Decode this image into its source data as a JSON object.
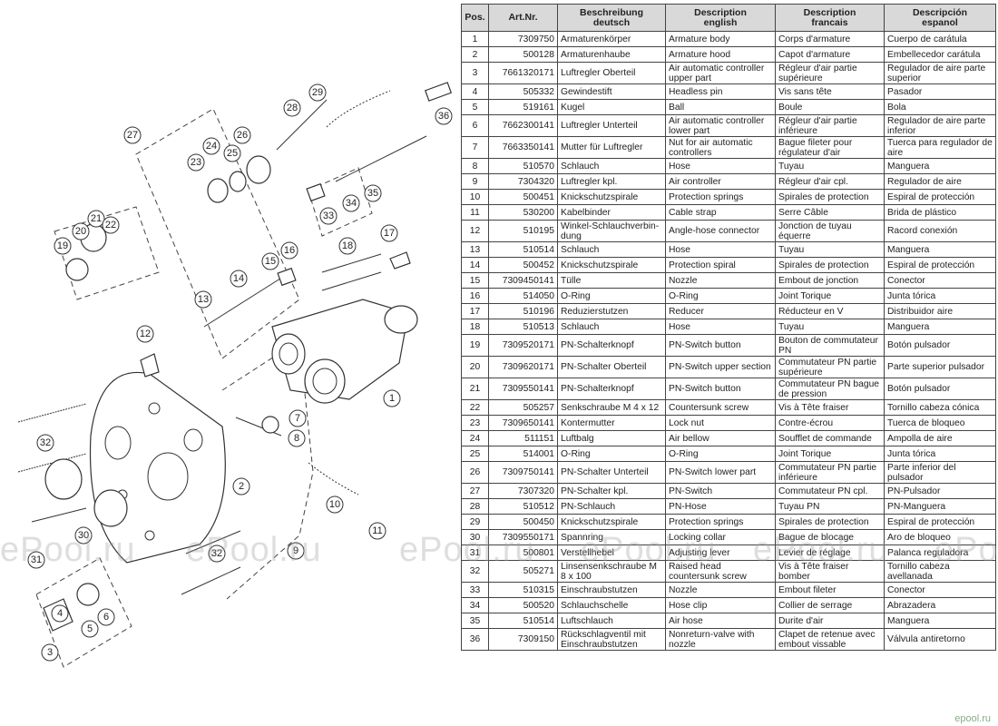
{
  "table": {
    "headers": {
      "pos": "Pos.",
      "art": "Art.Nr.",
      "de_1": "Beschreibung",
      "de_2": "deutsch",
      "en_1": "Description",
      "en_2": "english",
      "fr_1": "Description",
      "fr_2": "francais",
      "es_1": "Descripción",
      "es_2": "espanol"
    },
    "rows": [
      {
        "pos": "1",
        "art": "7309750",
        "de": "Armaturenkörper",
        "en": "Armature body",
        "fr": "Corps d'armature",
        "es": "Cuerpo de carátula"
      },
      {
        "pos": "2",
        "art": "500128",
        "de": "Armaturenhaube",
        "en": "Armature hood",
        "fr": "Capot d'armature",
        "es": "Embellecedor carátula"
      },
      {
        "pos": "3",
        "art": "7661320171",
        "de": "Luftregler Oberteil",
        "en": "Air automatic controller upper part",
        "fr": "Régleur d'air partie supérieure",
        "es": "Regulador de aire parte superior"
      },
      {
        "pos": "4",
        "art": "505332",
        "de": "Gewindestift",
        "en": "Headless pin",
        "fr": "Vis sans tête",
        "es": "Pasador"
      },
      {
        "pos": "5",
        "art": "519161",
        "de": "Kugel",
        "en": "Ball",
        "fr": "Boule",
        "es": "Bola"
      },
      {
        "pos": "6",
        "art": "7662300141",
        "de": "Luftregler Unterteil",
        "en": "Air automatic controller lower part",
        "fr": "Régleur d'air partie inférieure",
        "es": "Regulador de aire parte inferior"
      },
      {
        "pos": "7",
        "art": "7663350141",
        "de": "Mutter für Luftregler",
        "en": "Nut for air automatic controllers",
        "fr": "Bague fileter pour régulateur d'air",
        "es": "Tuerca para regulador de aire"
      },
      {
        "pos": "8",
        "art": "510570",
        "de": "Schlauch",
        "en": "Hose",
        "fr": "Tuyau",
        "es": "Manguera"
      },
      {
        "pos": "9",
        "art": "7304320",
        "de": "Luftregler kpl.",
        "en": "Air controller",
        "fr": "Régleur d'air cpl.",
        "es": "Regulador de aire"
      },
      {
        "pos": "10",
        "art": "500451",
        "de": "Knickschutzspirale",
        "en": "Protection springs",
        "fr": "Spirales de protection",
        "es": "Espiral de protección"
      },
      {
        "pos": "11",
        "art": "530200",
        "de": "Kabelbinder",
        "en": "Cable strap",
        "fr": "Serre Câble",
        "es": "Brida de plástico"
      },
      {
        "pos": "12",
        "art": "510195",
        "de": "Winkel-Schlauchverbin-dung",
        "en": "Angle-hose connector",
        "fr": "Jonction de tuyau équerre",
        "es": "Racord conexión"
      },
      {
        "pos": "13",
        "art": "510514",
        "de": "Schlauch",
        "en": "Hose",
        "fr": "Tuyau",
        "es": "Manguera"
      },
      {
        "pos": "14",
        "art": "500452",
        "de": "Knickschutzspirale",
        "en": "Protection spiral",
        "fr": "Spirales de protection",
        "es": "Espiral de protección"
      },
      {
        "pos": "15",
        "art": "7309450141",
        "de": "Tülle",
        "en": "Nozzle",
        "fr": "Embout de jonction",
        "es": "Conector"
      },
      {
        "pos": "16",
        "art": "514050",
        "de": "O-Ring",
        "en": "O-Ring",
        "fr": "Joint Torique",
        "es": "Junta tórica"
      },
      {
        "pos": "17",
        "art": "510196",
        "de": "Reduzierstutzen",
        "en": "Reducer",
        "fr": "Réducteur en V",
        "es": "Distribuidor aire"
      },
      {
        "pos": "18",
        "art": "510513",
        "de": "Schlauch",
        "en": "Hose",
        "fr": "Tuyau",
        "es": "Manguera"
      },
      {
        "pos": "19",
        "art": "7309520171",
        "de": "PN-Schalterknopf",
        "en": "PN-Switch button",
        "fr": "Bouton de commutateur PN",
        "es": "Botón pulsador"
      },
      {
        "pos": "20",
        "art": "7309620171",
        "de": "PN-Schalter Oberteil",
        "en": "PN-Switch upper section",
        "fr": "Commutateur PN partie supérieure",
        "es": "Parte superior pulsador"
      },
      {
        "pos": "21",
        "art": "7309550141",
        "de": "PN-Schalterknopf",
        "en": "PN-Switch button",
        "fr": "Commutateur PN bague de pression",
        "es": "Botón pulsador"
      },
      {
        "pos": "22",
        "art": "505257",
        "de": "Senkschraube M 4 x 12",
        "en": "Countersunk screw",
        "fr": "Vis à Tête fraiser",
        "es": "Tornillo cabeza cónica"
      },
      {
        "pos": "23",
        "art": "7309650141",
        "de": "Kontermutter",
        "en": "Lock nut",
        "fr": "Contre-écrou",
        "es": "Tuerca de bloqueo"
      },
      {
        "pos": "24",
        "art": "511151",
        "de": "Luftbalg",
        "en": "Air bellow",
        "fr": "Soufflet de commande",
        "es": "Ampolla de aire"
      },
      {
        "pos": "25",
        "art": "514001",
        "de": "O-Ring",
        "en": "O-Ring",
        "fr": "Joint Torique",
        "es": "Junta tórica"
      },
      {
        "pos": "26",
        "art": "7309750141",
        "de": "PN-Schalter Unterteil",
        "en": "PN-Switch lower part",
        "fr": "Commutateur PN partie inférieure",
        "es": "Parte inferior del pulsador"
      },
      {
        "pos": "27",
        "art": "7307320",
        "de": "PN-Schalter kpl.",
        "en": "PN-Switch",
        "fr": "Commutateur PN cpl.",
        "es": "PN-Pulsador"
      },
      {
        "pos": "28",
        "art": "510512",
        "de": "PN-Schlauch",
        "en": "PN-Hose",
        "fr": "Tuyau PN",
        "es": "PN-Manguera"
      },
      {
        "pos": "29",
        "art": "500450",
        "de": "Knickschutzspirale",
        "en": "Protection springs",
        "fr": "Spirales de protection",
        "es": "Espiral de protección"
      },
      {
        "pos": "30",
        "art": "7309550171",
        "de": "Spannring",
        "en": "Locking collar",
        "fr": "Bague de blocage",
        "es": "Aro de bloqueo"
      },
      {
        "pos": "31",
        "art": "500801",
        "de": "Verstellhebel",
        "en": "Adjusting lever",
        "fr": "Levier de réglage",
        "es": "Palanca reguladora"
      },
      {
        "pos": "32",
        "art": "505271",
        "de": "Linsensenkschraube M 8 x 100",
        "en": "Raised head countersunk screw",
        "fr": "Vis à Tête fraiser bomber",
        "es": "Tornillo cabeza avellanada"
      },
      {
        "pos": "33",
        "art": "510315",
        "de": "Einschraubstutzen",
        "en": "Nozzle",
        "fr": "Embout fileter",
        "es": "Conector"
      },
      {
        "pos": "34",
        "art": "500520",
        "de": "Schlauchschelle",
        "en": "Hose clip",
        "fr": "Collier de serrage",
        "es": "Abrazadera"
      },
      {
        "pos": "35",
        "art": "510514",
        "de": "Luftschlauch",
        "en": "Air hose",
        "fr": "Durite d'air",
        "es": "Manguera"
      },
      {
        "pos": "36",
        "art": "7309150",
        "de": "Rückschlagventil mit Einschraubstutzen",
        "en": "Nonreturn-valve with nozzle",
        "fr": "Clapet de retenue avec embout vissable",
        "es": "Válvula antiretorno"
      }
    ]
  },
  "diagram": {
    "callouts": [
      {
        "n": "1"
      },
      {
        "n": "2"
      },
      {
        "n": "3"
      },
      {
        "n": "4"
      },
      {
        "n": "5"
      },
      {
        "n": "6"
      },
      {
        "n": "7"
      },
      {
        "n": "8"
      },
      {
        "n": "9"
      },
      {
        "n": "10"
      },
      {
        "n": "11"
      },
      {
        "n": "12"
      },
      {
        "n": "13"
      },
      {
        "n": "14"
      },
      {
        "n": "15"
      },
      {
        "n": "16"
      },
      {
        "n": "17"
      },
      {
        "n": "18"
      },
      {
        "n": "19"
      },
      {
        "n": "20"
      },
      {
        "n": "21"
      },
      {
        "n": "22"
      },
      {
        "n": "23"
      },
      {
        "n": "24"
      },
      {
        "n": "25"
      },
      {
        "n": "26"
      },
      {
        "n": "27"
      },
      {
        "n": "28"
      },
      {
        "n": "29"
      },
      {
        "n": "30"
      },
      {
        "n": "31"
      },
      {
        "n": "32"
      },
      {
        "n": "32"
      },
      {
        "n": "33"
      },
      {
        "n": "34"
      },
      {
        "n": "35"
      },
      {
        "n": "36"
      }
    ]
  },
  "watermarks": [
    "ePool.ru",
    "ePool.ru",
    "ePool.ru",
    "ePool.ru",
    "ePool.ru",
    "ePool.ru"
  ],
  "corner_logo": "epool.ru"
}
